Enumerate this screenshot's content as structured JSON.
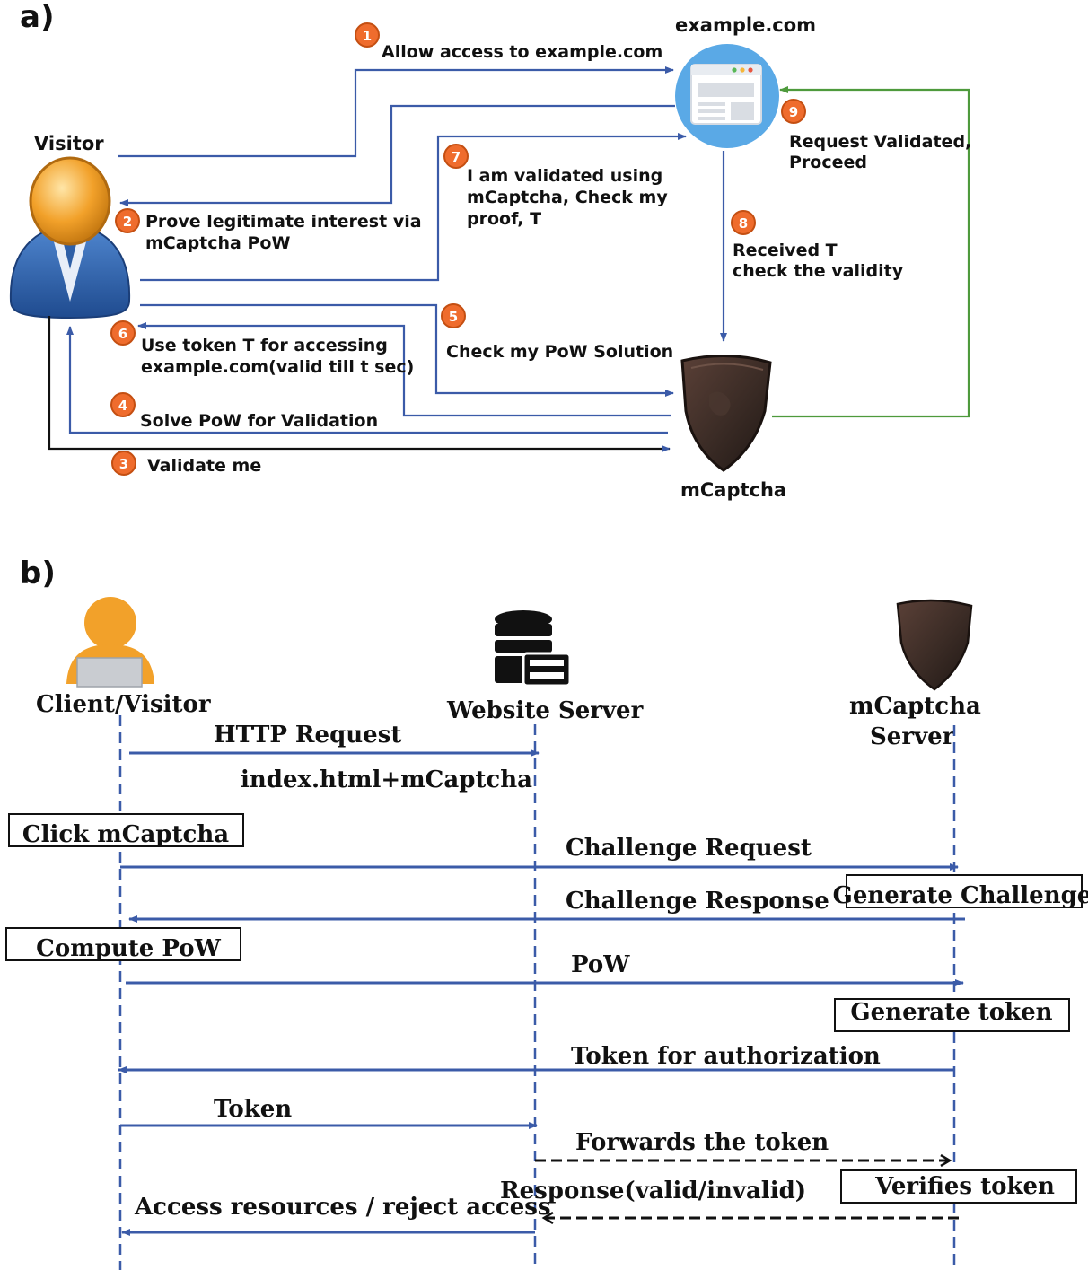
{
  "colors": {
    "arrow_blue": "#3b5ba8",
    "green": "#4e9a3c",
    "badge_orange": "#ef6c2d",
    "avatar_orange": "#f2a12a",
    "visitor_blue": "#2f5fa6",
    "browser_blue": "#5aa9e6",
    "shield_dark": "#3a2b25"
  },
  "panel_a": {
    "label": "a)",
    "visitor_label": "Visitor",
    "site_label": "example.com",
    "mcaptcha_label": "mCaptcha",
    "steps": [
      {
        "num": "1",
        "lines": [
          "Allow access to example.com"
        ]
      },
      {
        "num": "2",
        "lines": [
          "Prove legitimate interest via",
          "mCaptcha PoW"
        ]
      },
      {
        "num": "3",
        "lines": [
          "Validate me"
        ]
      },
      {
        "num": "4",
        "lines": [
          "Solve PoW for Validation"
        ]
      },
      {
        "num": "5",
        "lines": [
          "Check my PoW Solution"
        ]
      },
      {
        "num": "6",
        "lines": [
          "Use token T for accessing",
          "example.com(valid till t sec)"
        ]
      },
      {
        "num": "7",
        "lines": [
          "I am validated using",
          "mCaptcha, Check my",
          "proof, T"
        ]
      },
      {
        "num": "8",
        "lines": [
          "Received T",
          "check the validity"
        ]
      },
      {
        "num": "9",
        "lines": [
          "Request Validated,",
          "Proceed"
        ]
      }
    ]
  },
  "panel_b": {
    "label": "b)",
    "actors": {
      "client": "Client/Visitor",
      "website": "Website Server",
      "mcaptcha_line1": "mCaptcha",
      "mcaptcha_line2": "Server"
    },
    "messages": {
      "http_request": "HTTP Request",
      "index_html": "index.html+mCaptcha",
      "challenge_request": "Challenge Request",
      "challenge_response": "Challenge Response",
      "pow": "PoW",
      "token_auth": "Token for authorization",
      "token": "Token",
      "forwards": "Forwards the token",
      "response": "Response(valid/invalid)",
      "access": "Access resources / reject access"
    },
    "boxes": {
      "click": "Click mCaptcha",
      "compute": "Compute PoW",
      "generate_challenge": "Generate Challenge",
      "generate_token": "Generate token",
      "verifies": "Verifies token"
    }
  }
}
